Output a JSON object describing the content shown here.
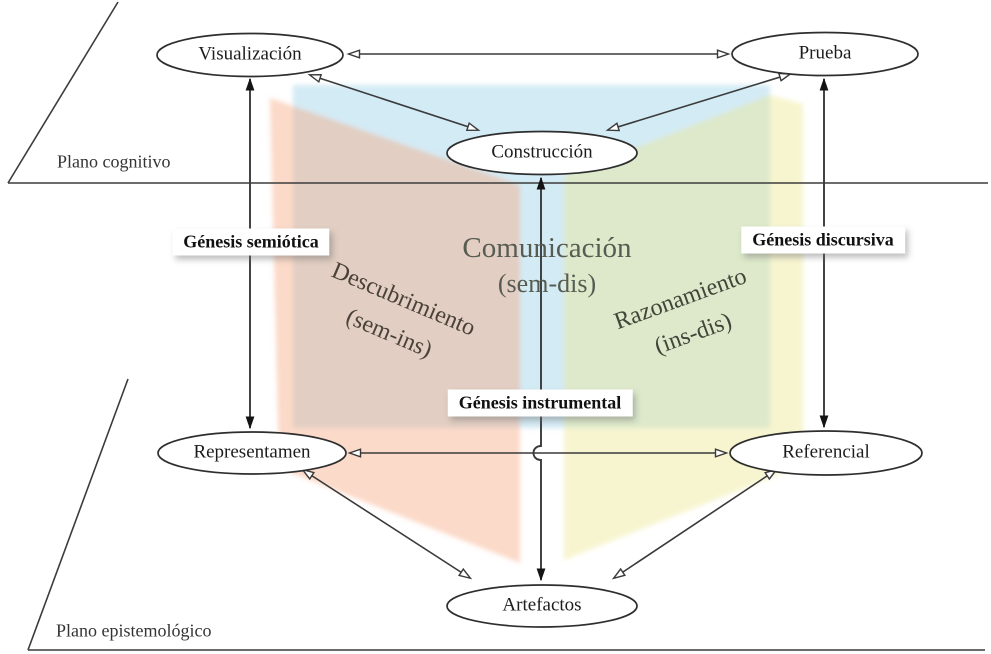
{
  "diagram": {
    "planes": {
      "cognitive": {
        "label": "Plano cognitivo"
      },
      "epistemological": {
        "label": "Plano epistemológico"
      }
    },
    "nodes": {
      "visualizacion": {
        "label": "Visualización"
      },
      "prueba": {
        "label": "Prueba"
      },
      "construccion": {
        "label": "Construcción"
      },
      "representamen": {
        "label": "Representamen"
      },
      "referencial": {
        "label": "Referencial"
      },
      "artefactos": {
        "label": "Artefactos"
      }
    },
    "geneses": {
      "semiotica": {
        "label": "Génesis semiótica"
      },
      "discursiva": {
        "label": "Génesis discursiva"
      },
      "instrumental": {
        "label": "Génesis instrumental"
      }
    },
    "processes": {
      "comunicacion": {
        "title": "Comunicación",
        "subtitle": "(sem-dis)"
      },
      "descubrimiento": {
        "title": "Descubrimiento",
        "subtitle": "(sem-ins)"
      },
      "razonamiento": {
        "title": "Razonamiento",
        "subtitle": "(ins-dis)"
      }
    },
    "colors": {
      "overlay_blue": "#a8d7ec",
      "page_left": "#f7a87b",
      "page_right": "#ebe68e",
      "line": "#3a3a3a",
      "text": "#1c1c1c"
    }
  }
}
